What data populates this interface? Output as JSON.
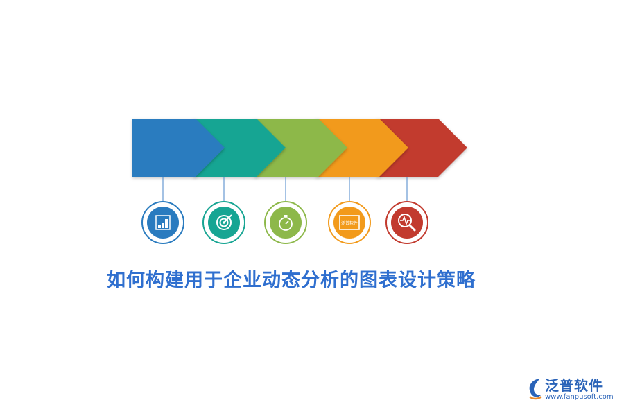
{
  "title": "如何构建用于企业动态分析的图表设计策略",
  "steps": [
    {
      "color": "#2a7bbf",
      "icon": "bar-chart-icon"
    },
    {
      "color": "#17a593",
      "icon": "target-icon"
    },
    {
      "color": "#8db84a",
      "icon": "stopwatch-icon"
    },
    {
      "color": "#f29a1b",
      "icon": "monitor-card-icon",
      "icon_text": "泛普软件"
    },
    {
      "color": "#c23a2e",
      "icon": "magnifier-pulse-icon"
    }
  ],
  "connector_color": "#4a86c8",
  "logo": {
    "name": "泛普软件",
    "url": "www.fanpusoft.com",
    "color": "#2a63b8"
  }
}
